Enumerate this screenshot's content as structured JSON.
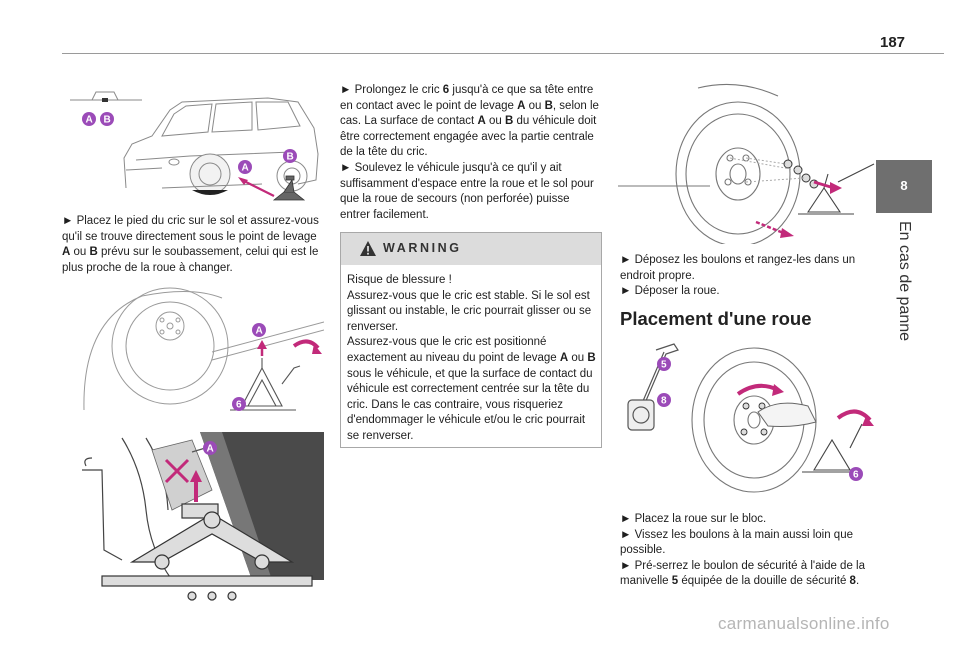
{
  "page_number": "187",
  "chapter": {
    "number": "8",
    "title": "En cas de panne"
  },
  "col1": {
    "figure1_labels": {
      "a": "A",
      "b": "B"
    },
    "instruction": [
      "► Placez le pied du cric sur le sol et assurez-vous qu'il se trouve directement sous le point de levage ",
      "A",
      " ou ",
      "B",
      " prévu sur le soubassement, celui qui est le plus proche de la roue à changer."
    ],
    "figure2_labels": {
      "a": "A",
      "six": "6"
    },
    "figure3_labels": {
      "a": "A"
    }
  },
  "col2": {
    "step1": [
      "► Prolongez le cric ",
      "6",
      " jusqu'à ce que sa tête entre en contact avec le point de levage ",
      "A",
      " ou ",
      "B",
      ", selon le cas. La surface de contact ",
      "A",
      " ou ",
      "B",
      " du véhicule doit être correctement engagée avec la partie centrale de la tête du cric."
    ],
    "step2": "► Soulevez le véhicule jusqu'à ce qu'il y ait suffisamment d'espace entre la roue et le sol pour que la roue de secours (non perforée) puisse entrer facilement.",
    "warning": {
      "title": "WARNING",
      "line1": "Risque de blessure !",
      "line2": "Assurez-vous que le cric est stable. Si le sol est glissant ou instable, le cric pourrait glisser ou se renverser.",
      "line3": [
        "Assurez-vous que le cric est positionné exactement au niveau du point de levage ",
        "A",
        " ou ",
        "B",
        " sous le véhicule, et que la surface de contact du véhicule est correctement centrée sur la tête du cric. Dans le cas contraire, vous risqueriez d'endommager le véhicule et/ou le cric pourrait se renverser."
      ]
    }
  },
  "col3": {
    "steps_a": [
      "► Déposez les boulons et rangez-les dans un endroit propre.",
      "► Déposer la roue."
    ],
    "heading": "Placement d'une roue",
    "figure5_labels": {
      "five": "5",
      "eight": "8",
      "six": "6"
    },
    "steps_b": [
      "► Placez la roue sur le bloc.",
      "► Vissez les boulons à la main aussi loin que possible."
    ],
    "step_c": [
      "► Pré-serrez le boulon de sécurité à l'aide de la manivelle ",
      "5",
      " équipée de la douille de sécurité ",
      "8",
      "."
    ]
  },
  "watermark": "carmanualsonline.info",
  "colors": {
    "badge": "#9b4bb8",
    "accent_arrow": "#c22a7a",
    "tab": "#6f6f6f"
  }
}
